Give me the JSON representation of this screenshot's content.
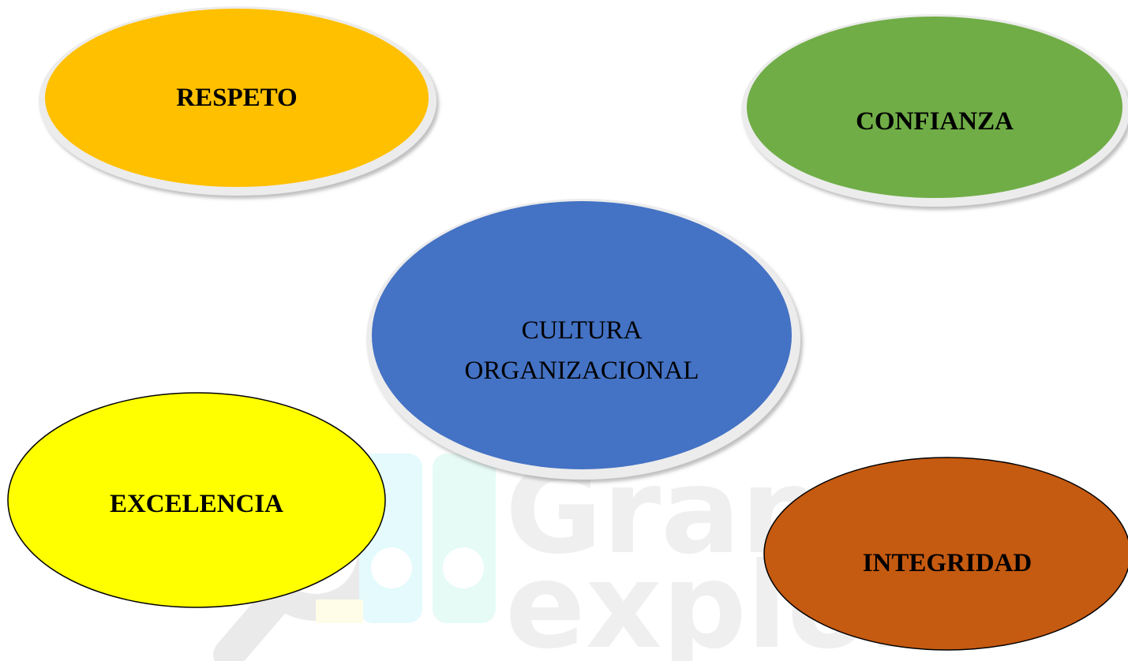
{
  "diagram": {
    "center": {
      "line1": "CULTURA",
      "line2": "ORGANIZACIONAL",
      "fill": "#4472C4"
    },
    "nodes": {
      "respeto": {
        "label": "RESPETO",
        "fill": "#FFC000"
      },
      "confianza": {
        "label": "CONFIANZA",
        "fill": "#70AD47"
      },
      "excelencia": {
        "label": "EXCELENCIA",
        "fill": "#FFFF00"
      },
      "integridad": {
        "label": "INTEGRIDAD",
        "fill": "#C55A11"
      }
    }
  }
}
